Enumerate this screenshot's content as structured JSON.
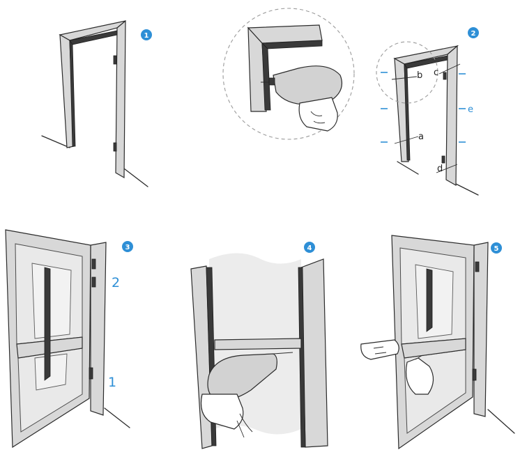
{
  "steps": [
    {
      "number": "1"
    },
    {
      "number": "2",
      "labels": {
        "a": "a",
        "b": "b",
        "c": "c",
        "d": "d",
        "e": "e"
      }
    },
    {
      "number": "3",
      "labels": {
        "upper": "2",
        "lower": "1"
      }
    },
    {
      "number": "4"
    },
    {
      "number": "5"
    }
  ],
  "colors": {
    "accent": "#2e8fd6",
    "line": "#2b2b2b",
    "frame": "#d8d8d8"
  }
}
